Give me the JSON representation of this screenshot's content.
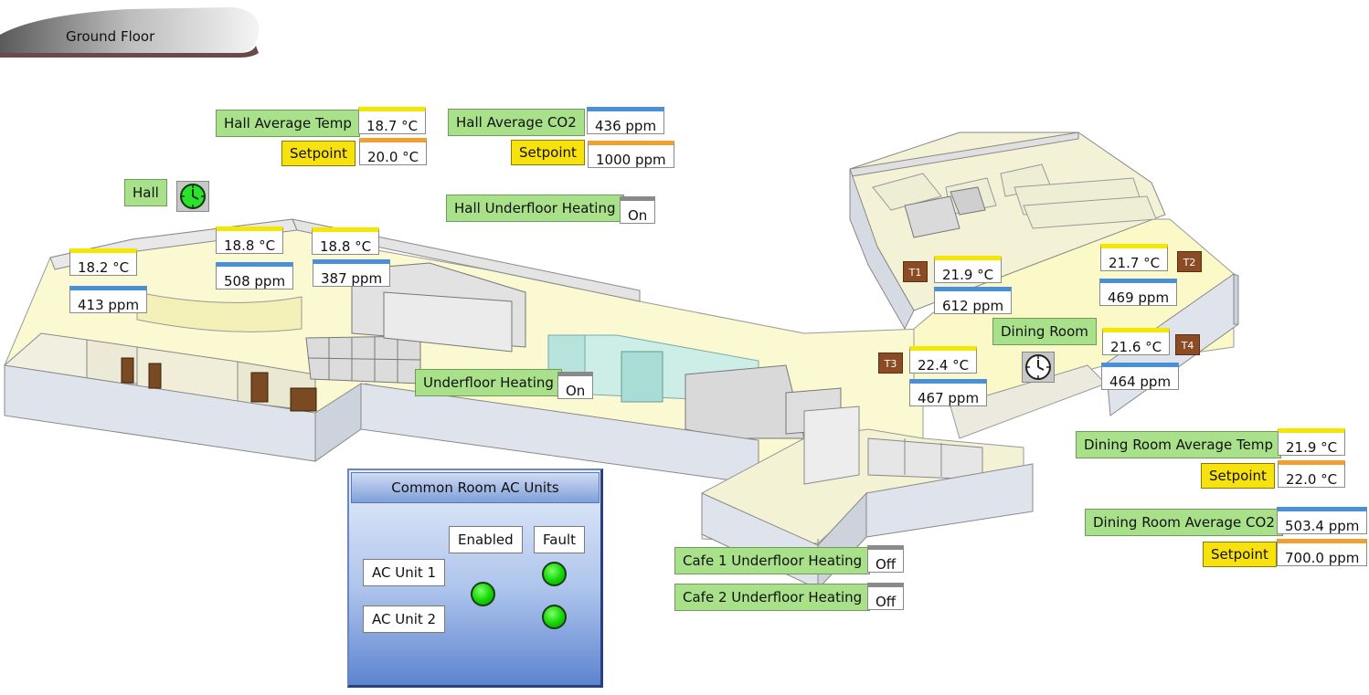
{
  "header": {
    "floor_tab": "Ground Floor"
  },
  "hall": {
    "zone_label": "Hall",
    "avg_temp_label": "Hall Average Temp",
    "avg_temp_value": "18.7 °C",
    "temp_setpoint_label": "Setpoint",
    "temp_setpoint_value": "20.0 °C",
    "avg_co2_label": "Hall Average CO2",
    "avg_co2_value": "436 ppm",
    "co2_setpoint_label": "Setpoint",
    "co2_setpoint_value": "1000 ppm",
    "underfloor_label": "Hall Underfloor Heating",
    "underfloor_value": "On",
    "sensors": [
      {
        "temp": "18.2 °C",
        "co2": "413 ppm"
      },
      {
        "temp": "18.8 °C",
        "co2": "508 ppm"
      },
      {
        "temp": "18.8 °C",
        "co2": "387 ppm"
      }
    ]
  },
  "underfloor": {
    "label": "Underfloor Heating",
    "value": "On"
  },
  "dining": {
    "zone_label": "Dining Room",
    "avg_temp_label": "Dining Room Average Temp",
    "avg_temp_value": "21.9 °C",
    "temp_setpoint_label": "Setpoint",
    "temp_setpoint_value": "22.0 °C",
    "avg_co2_label": "Dining Room Average CO2",
    "avg_co2_value": "503.4 ppm",
    "co2_setpoint_label": "Setpoint",
    "co2_setpoint_value": "700.0 ppm",
    "sensors": [
      {
        "tag": "T1",
        "temp": "21.9 °C",
        "co2": "612 ppm"
      },
      {
        "tag": "T2",
        "temp": "21.7 °C",
        "co2": "469 ppm"
      },
      {
        "tag": "T3",
        "temp": "22.4 °C",
        "co2": "467 ppm"
      },
      {
        "tag": "T4",
        "temp": "21.6 °C",
        "co2": "464 ppm"
      }
    ]
  },
  "cafe": {
    "cafe1_label": "Cafe 1 Underfloor Heating",
    "cafe1_value": "Off",
    "cafe2_label": "Cafe 2 Underfloor Heating",
    "cafe2_value": "Off"
  },
  "ac_panel": {
    "title": "Common Room AC Units",
    "enabled_header": "Enabled",
    "fault_header": "Fault",
    "units": [
      {
        "name": "AC Unit 1",
        "enabled": "on",
        "fault": "on"
      },
      {
        "name": "AC Unit 2",
        "enabled": "on",
        "fault": "on"
      }
    ]
  },
  "colors": {
    "label_green": "#a9e08a",
    "setpoint_yellow": "#f7e20e",
    "temp_bar": "#f5e800",
    "co2_bar": "#4a90d9",
    "setpoint_bar": "#f0a030",
    "status_grey": "#8a8a8a",
    "led_green": "#12d400",
    "sensor_tag_brown": "#8b4c25"
  }
}
